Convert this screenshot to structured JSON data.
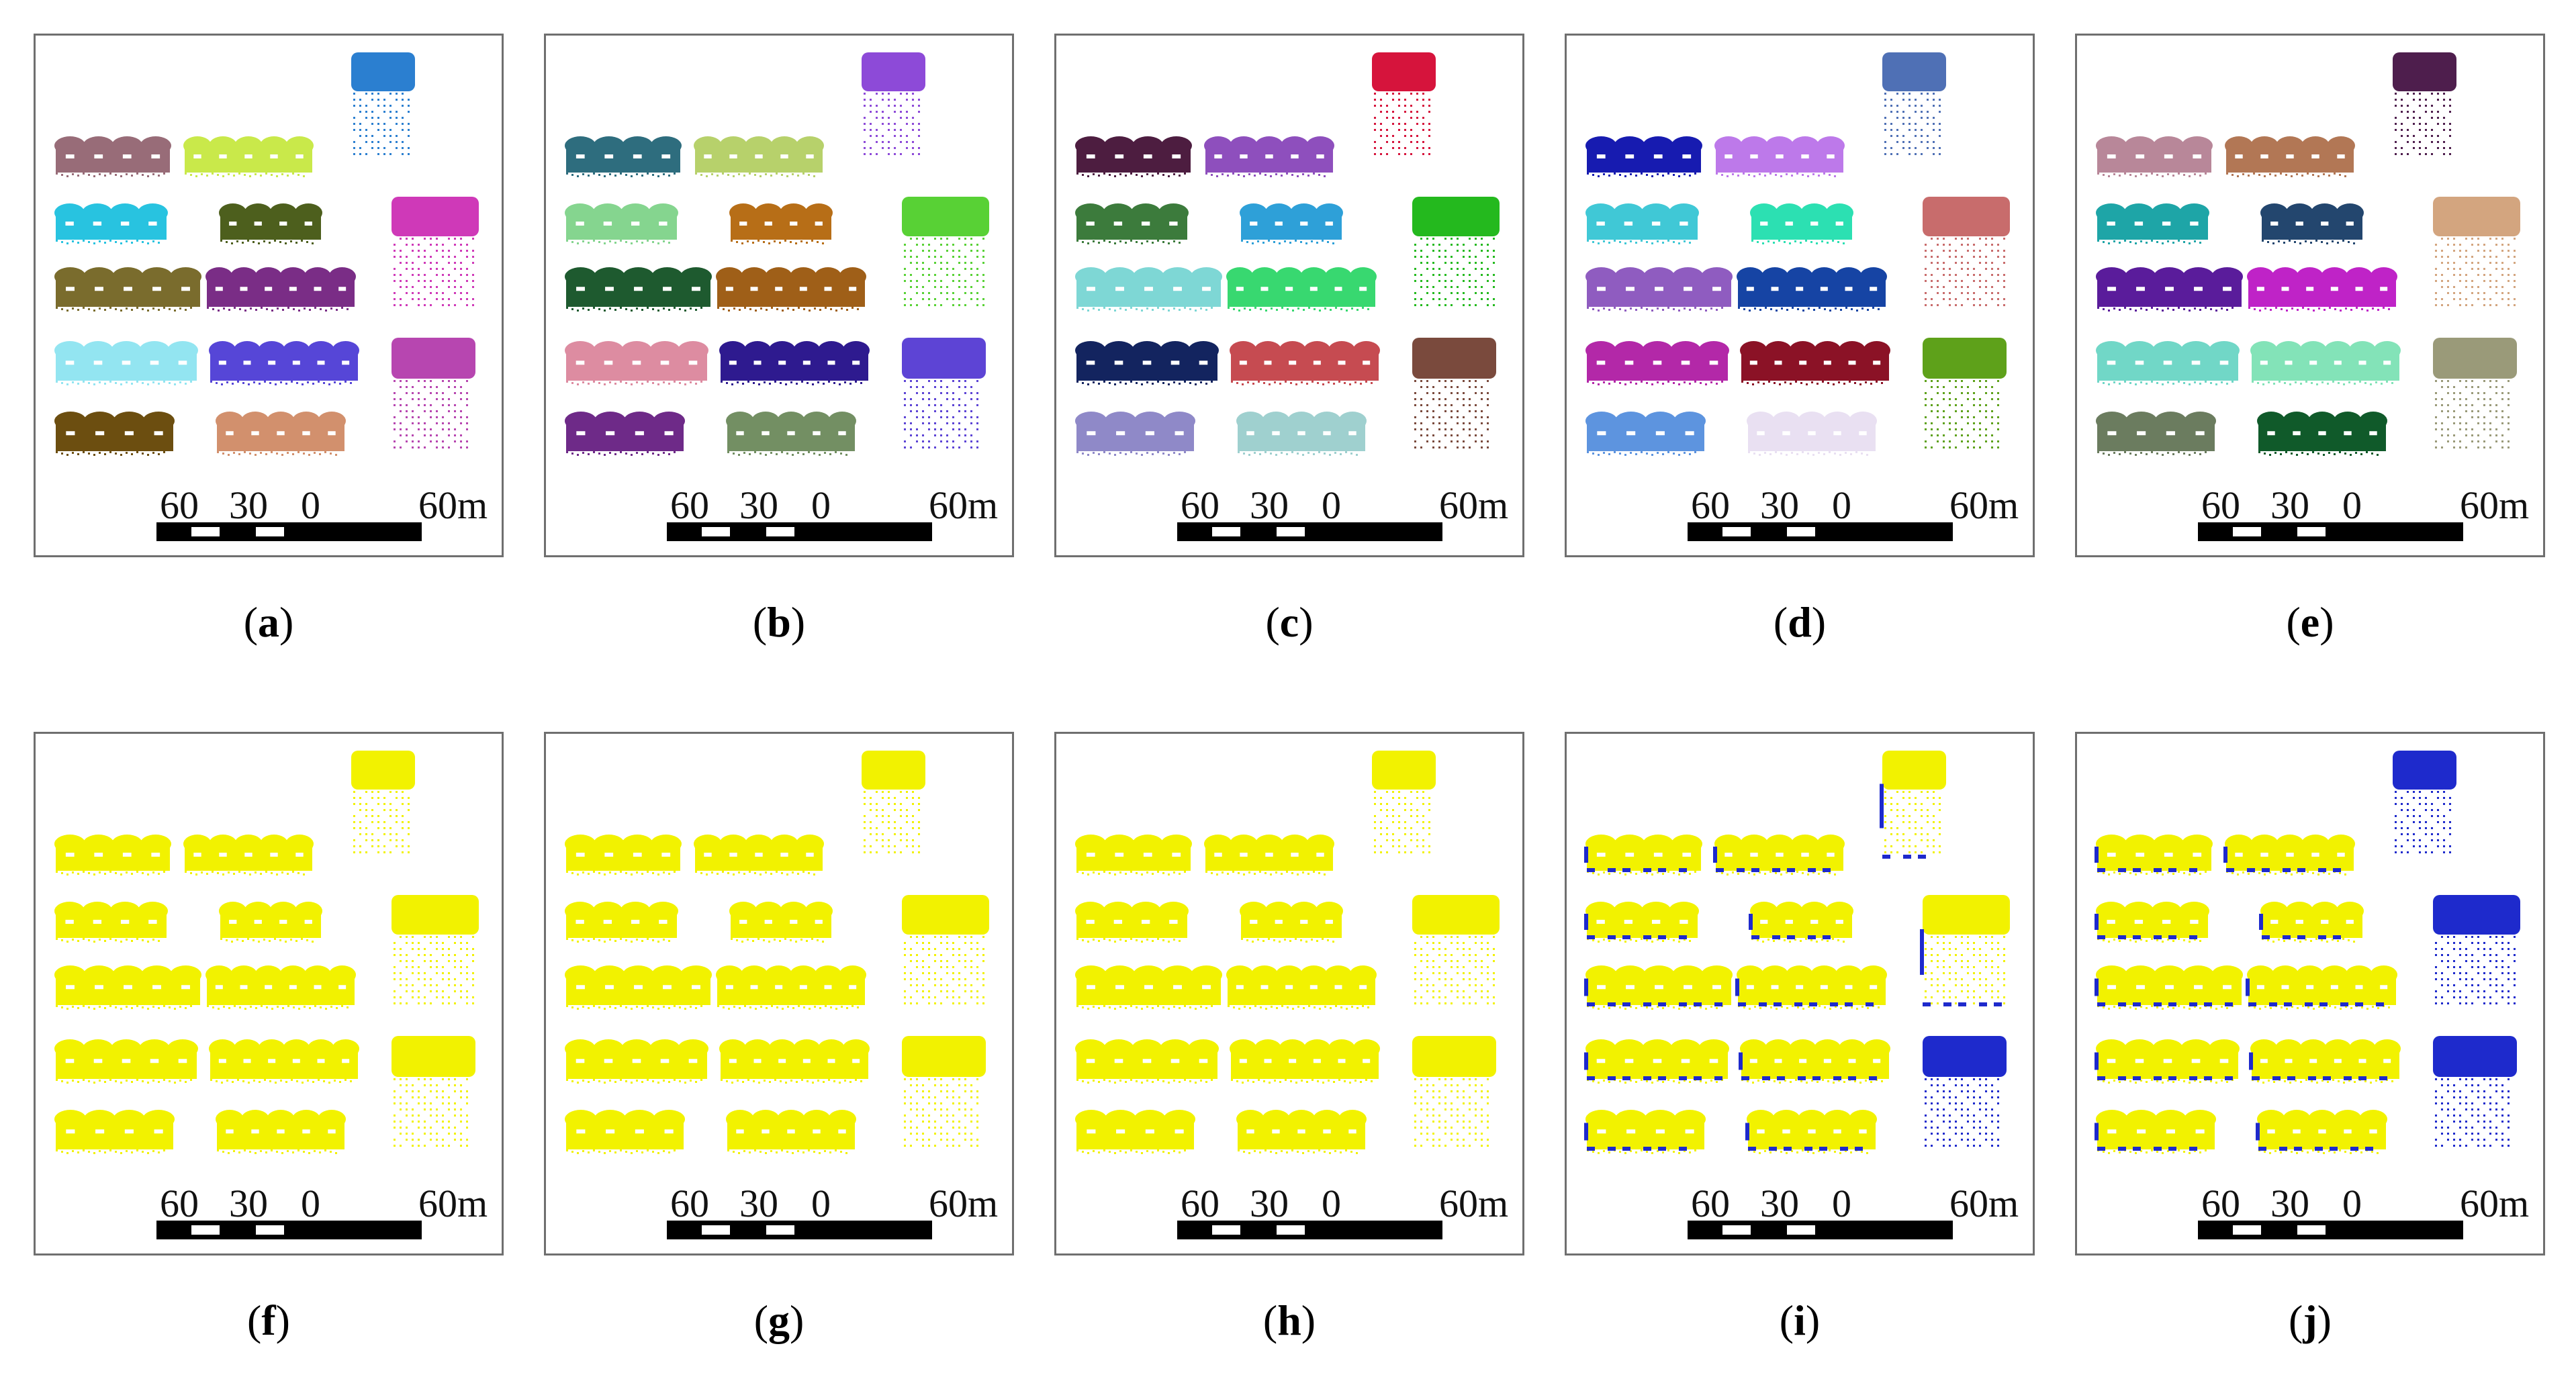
{
  "figure": {
    "panels": [
      {
        "label": "a",
        "colors": [
          "#6fc04a",
          "#986c78",
          "#c9e94a",
          "#2b7fd0",
          "#cf39b8",
          "#28c3e0",
          "#4d5f1d",
          "#7a6c2d",
          "#7a2d86",
          "#93e5f1",
          "#5646d7",
          "#6c4e10",
          "#d2906d",
          "#b746b0"
        ]
      },
      {
        "label": "b",
        "colors": [
          "#58b35a",
          "#2e6d7e",
          "#b7d16b",
          "#8d4ad8",
          "#58d135",
          "#85d58f",
          "#b76e17",
          "#1e5a2f",
          "#9f5f18",
          "#dd8ca1",
          "#2e1a8f",
          "#6e2a88",
          "#738f63",
          "#5d44d5"
        ]
      },
      {
        "label": "c",
        "colors": [
          "#6a4fb1",
          "#4d1d40",
          "#8e4fbd",
          "#d6143c",
          "#24b91e",
          "#3c7b3c",
          "#2ea0d8",
          "#7ed7d5",
          "#38d870",
          "#13245f",
          "#c64b51",
          "#8f89c8",
          "#9fd0cf",
          "#7a4a3d"
        ]
      },
      {
        "label": "d",
        "colors": [
          "#3f56a8",
          "#171bb0",
          "#bd79ea",
          "#4f70b5",
          "#c86c6c",
          "#40c8d6",
          "#2ce0b2",
          "#8f5cc0",
          "#1644a4",
          "#b328a8",
          "#8b1226",
          "#5d94df",
          "#e9e0f2",
          "#5ea11a"
        ]
      },
      {
        "label": "e",
        "colors": [
          "#5c4680",
          "#b88799",
          "#b27755",
          "#4e1e4d",
          "#d3a57f",
          "#1ea5a7",
          "#23466e",
          "#5a1c9b",
          "#bf23c7",
          "#71d7c7",
          "#83e3b8",
          "#6b7c5f",
          "#105a2a",
          "#9a9a79"
        ]
      },
      {
        "label": "f",
        "colors": [
          "#f2f200",
          "#f2f200",
          "#f2f200",
          "#f2f200",
          "#f2f200",
          "#f2f200",
          "#f2f200",
          "#f2f200",
          "#f2f200",
          "#f2f200",
          "#f2f200",
          "#f2f200",
          "#f2f200",
          "#f2f200"
        ]
      },
      {
        "label": "g",
        "colors": [
          "#f2f200",
          "#f2f200",
          "#f2f200",
          "#f2f200",
          "#f2f200",
          "#f2f200",
          "#f2f200",
          "#f2f200",
          "#f2f200",
          "#f2f200",
          "#f2f200",
          "#f2f200",
          "#f2f200",
          "#f2f200"
        ]
      },
      {
        "label": "h",
        "colors": [
          "#f2f200",
          "#f2f200",
          "#f2f200",
          "#f2f200",
          "#f2f200",
          "#f2f200",
          "#f2f200",
          "#f2f200",
          "#f2f200",
          "#f2f200",
          "#f2f200",
          "#f2f200",
          "#f2f200",
          "#f2f200"
        ]
      },
      {
        "label": "i",
        "colors": [
          "#f2f200",
          "#f2f200",
          "#f2f200",
          "#f2f200",
          "#f2f200",
          "#f2f200",
          "#f2f200",
          "#f2f200",
          "#f2f200",
          "#f2f200",
          "#f2f200",
          "#f2f200",
          "#f2f200",
          "#1e2acc"
        ],
        "accent": "#1e2acc"
      },
      {
        "label": "j",
        "colors": [
          "#f2f200",
          "#f2f200",
          "#f2f200",
          "#1e2acc",
          "#1e2acc",
          "#f2f200",
          "#f2f200",
          "#f2f200",
          "#f2f200",
          "#f2f200",
          "#f2f200",
          "#f2f200",
          "#f2f200",
          "#1e2acc"
        ],
        "accent": "#1e2acc"
      }
    ],
    "scale_bar": {
      "labels": [
        "60",
        "30",
        "0",
        "60m"
      ]
    }
  }
}
